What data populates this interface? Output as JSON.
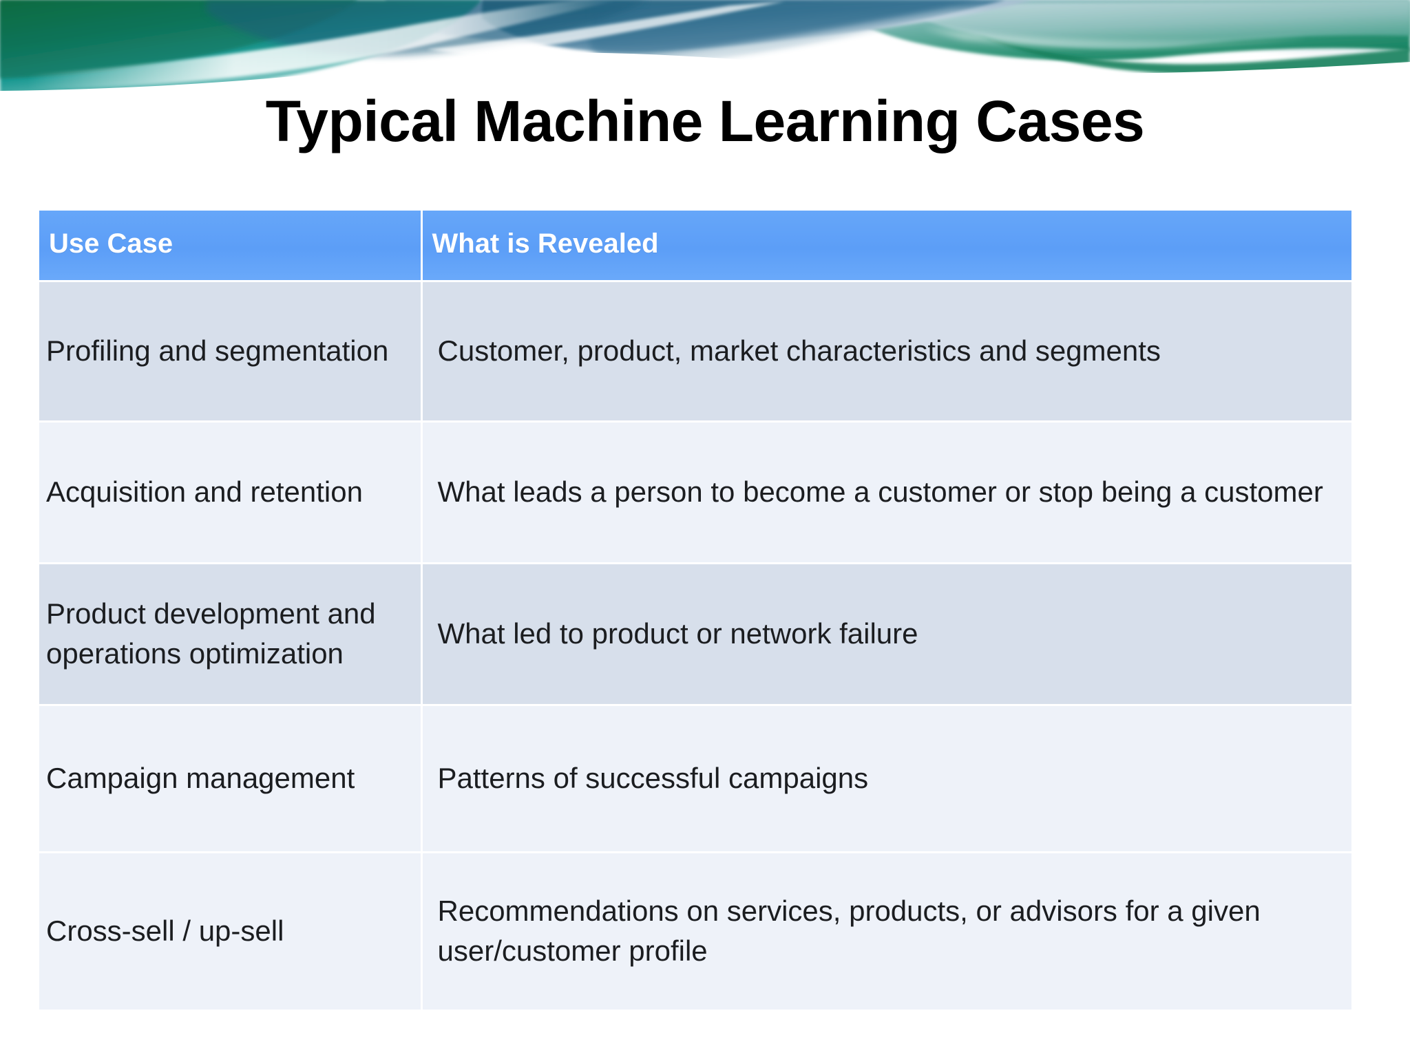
{
  "slide": {
    "title": "Typical Machine Learning Cases",
    "banner_alt": "teal and blue flowing wave ribbon graphic"
  },
  "colors": {
    "header_blue": "#63a4f8",
    "row_shade_dark": "#d7dfeb",
    "row_shade_light": "#eef2f9",
    "text": "#1b1d20",
    "banner_teal": "#127566",
    "banner_green": "#1d8a63",
    "banner_steel": "#3f6f92",
    "banner_pale": "#b9cfdd"
  },
  "table": {
    "columns": [
      "Use Case",
      "What is Revealed"
    ],
    "rows": [
      {
        "use_case": "Profiling and segmentation",
        "revealed": "Customer, product, market characteristics and segments"
      },
      {
        "use_case": "Acquisition and retention",
        "revealed": "What leads a person to become a customer or stop being a customer"
      },
      {
        "use_case": "Product development and operations optimization",
        "revealed": "What led to product or network failure"
      },
      {
        "use_case": "Campaign management",
        "revealed": "Patterns of successful campaigns"
      },
      {
        "use_case": "Cross-sell / up-sell",
        "revealed": "Recommendations on services, products, or advisors for a given user/customer profile"
      }
    ]
  }
}
